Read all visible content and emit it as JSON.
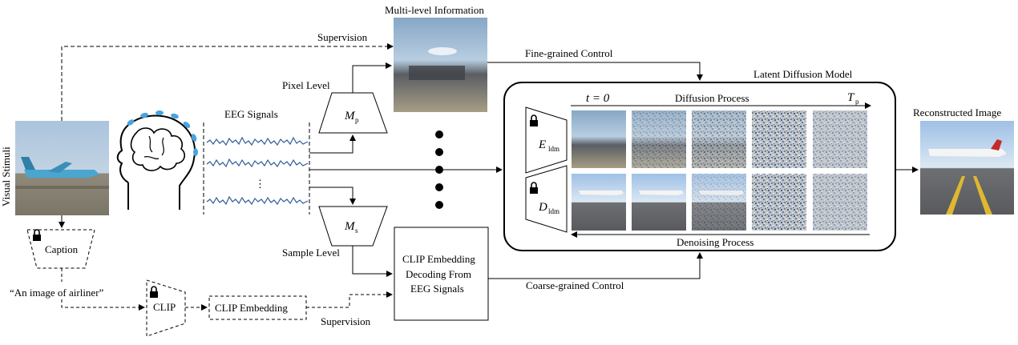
{
  "labels": {
    "multi_level_information": "Multi-level Information",
    "supervision_top": "Supervision",
    "fine_grained_control": "Fine-grained Control",
    "pixel_level": "Pixel Level",
    "sample_level": "Sample Level",
    "eeg_signals": "EEG Signals",
    "eeg_ellipsis": "⋮",
    "visual_stimuli": "Visual Stimuli",
    "caption": "Caption",
    "caption_text": "“An image of airliner”",
    "clip": "CLIP",
    "clip_embedding": "CLIP Embedding",
    "supervision_bottom": "Supervision",
    "clip_decoding_line1": "CLIP Embedding",
    "clip_decoding_line2": "Decoding From",
    "clip_decoding_line3": "EEG Signals",
    "coarse_grained_control": "Coarse-grained Control",
    "latent_diffusion_model": "Latent Diffusion Model",
    "diffusion_process": "Diffusion Process",
    "denoising_process": "Denoising Process",
    "t_zero": "t = 0",
    "t_p_main": "T",
    "t_p_sub": "p",
    "reconstructed_image": "Reconstructed Image"
  },
  "modules": {
    "m_p_main": "M",
    "m_p_sub": "p",
    "m_s_main": "M",
    "m_s_sub": "s",
    "e_ldm_main": "E",
    "e_ldm_sub": "ldm",
    "d_ldm_main": "D",
    "d_ldm_sub": "ldm"
  },
  "icons": {
    "lock": "lock-icon",
    "head": "brain-head-icon"
  },
  "colors": {
    "eeg_wave": "#2f5d9a",
    "electrode": "#4aa3df",
    "sky": "#9fbcd8",
    "ground": "#a99d86"
  }
}
